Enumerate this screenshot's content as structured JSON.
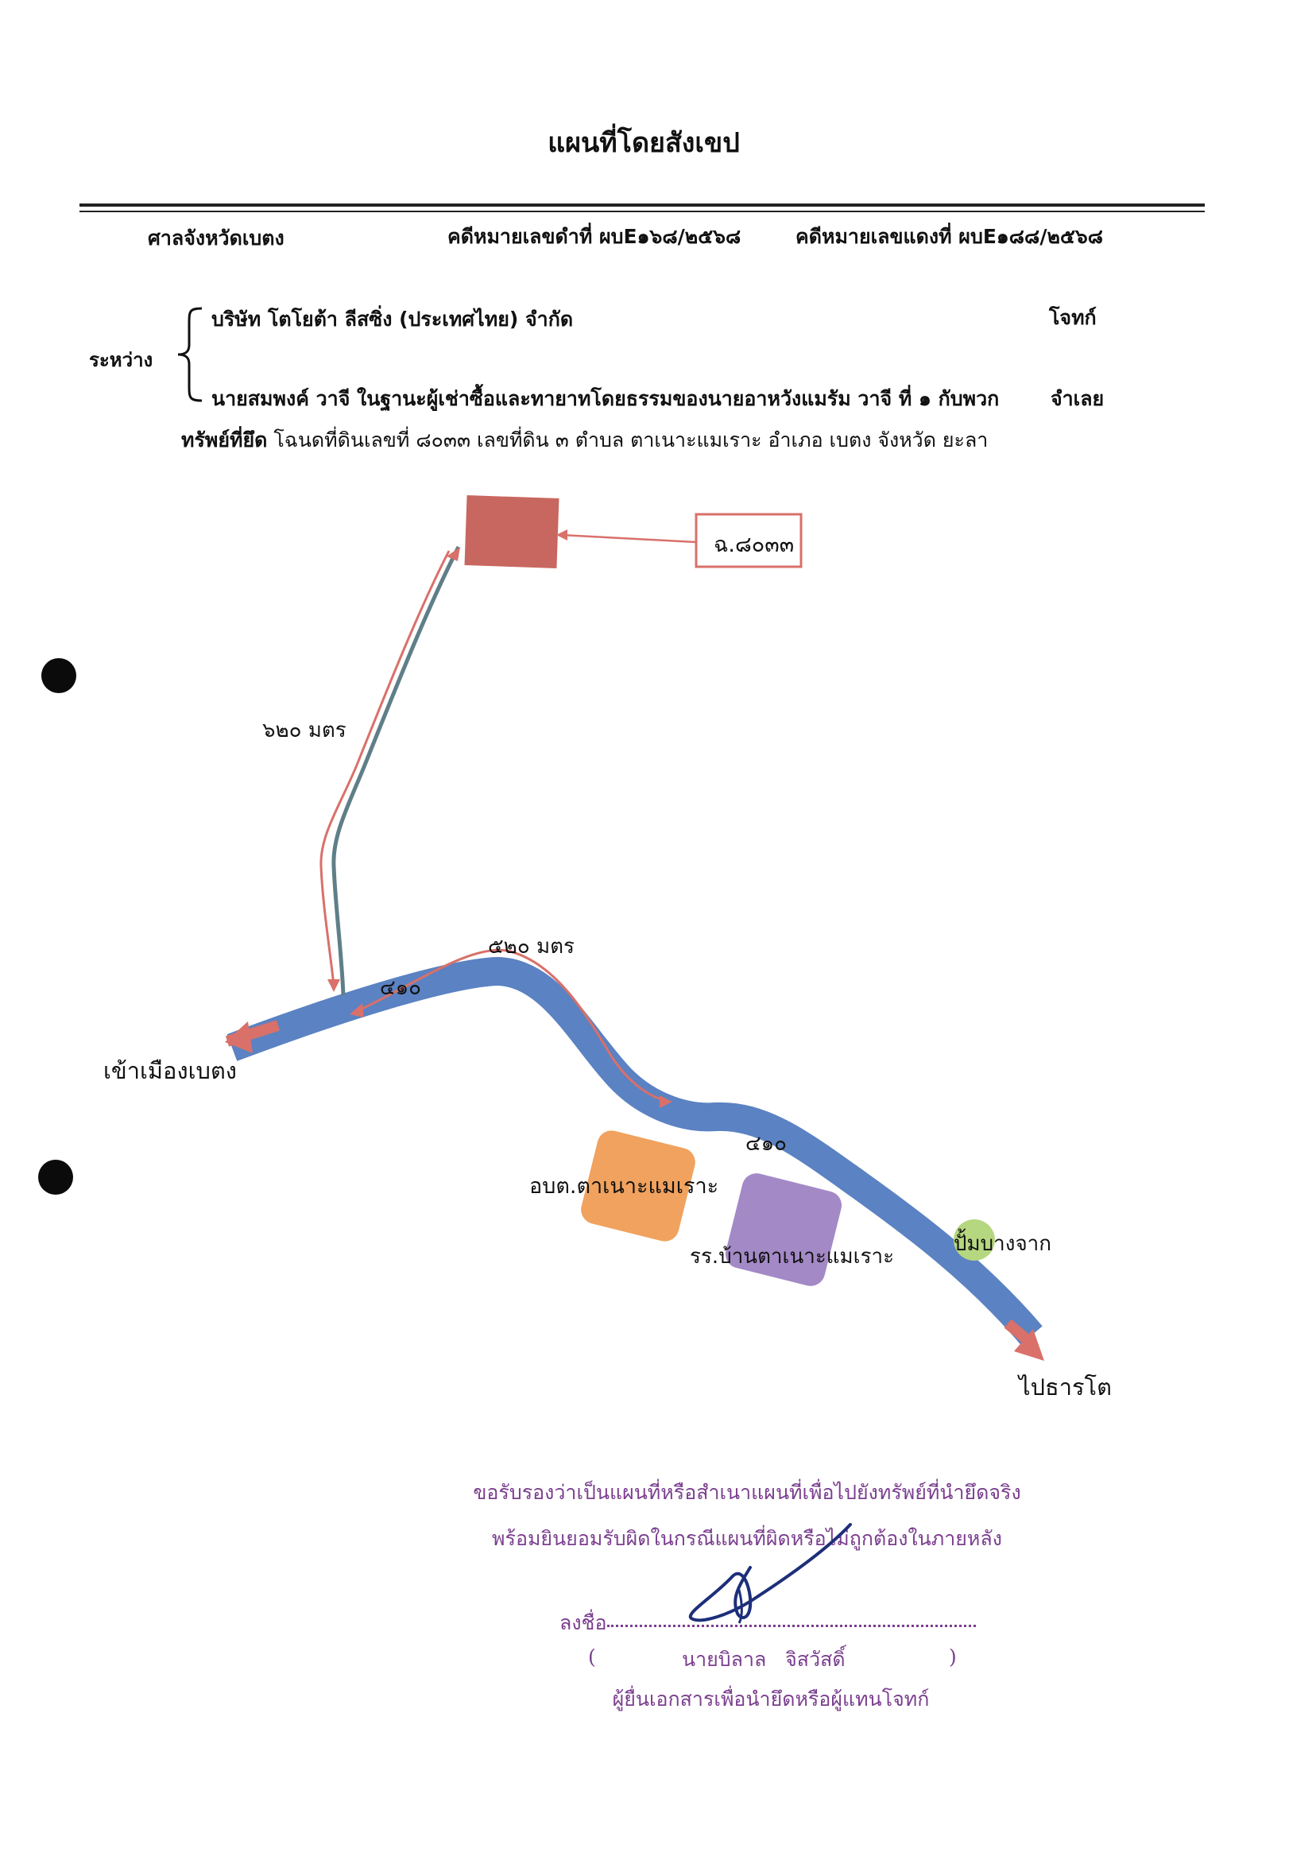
{
  "document": {
    "title": "แผนที่โดยสังเขป",
    "court": "ศาลจังหวัดเบตง",
    "black_case_no": "คดีหมายเลขดำที่ ผบE๑๖๘/๒๕๖๘",
    "red_case_no": "คดีหมายเลขแดงที่ ผบE๑๘๘/๒๕๖๘",
    "between_label": "ระหว่าง",
    "plaintiff": "บริษัท โตโยต้า ลีสซิ่ง (ประเทศไทย) จำกัด",
    "plaintiff_role": "โจทก์",
    "defendant": "นายสมพงค์ วาจี ในฐานะผู้เช่าซื้อและทายาทโดยธรรมของนายอาหวังแมรัม วาจี ที่ ๑ กับพวก",
    "defendant_role": "จำเลย",
    "property_label": "ทรัพย์ที่ยึด",
    "property_desc": "โฉนดที่ดินเลขที่ ๘๐๓๓ เลขที่ดิน ๓ ตำบล ตาเนาะแมเราะ อำเภอ เบตง จังหวัด ยะลา"
  },
  "map": {
    "parcel_label": "ฉ.๘๐๓๓",
    "distance_1": "๖๒๐ มตร",
    "distance_2": "๕๒๐ มตร",
    "road_label_1": "๔๑๐",
    "road_label_2": "๔๑๐",
    "to_town": "เข้าเมืองเบตง",
    "to_tharato": "ไปธารโต",
    "tao_office": "อบต.ตาเนาะแมเราะ",
    "school": "รร.บ้านตาเนาะแมเราะ",
    "gas_station": "ปั้มบางจาก",
    "colors": {
      "road": "#5b82c2",
      "route_arrow": "#d9706a",
      "parcel": "#c8675f",
      "access_path": "#5f7f88",
      "tao_office": "#f0a25e",
      "school": "#9b7fc1",
      "gas_station": "#b5d77f"
    }
  },
  "certification": {
    "line_1": "ขอรับรองว่าเป็นแผนที่หรือสำเนาแผนที่เพื่อไปยังทรัพย์ที่นำยึดจริง",
    "line_2": "พร้อมยินยอมรับผิดในกรณีแผนที่ผิดหรือไม่ถูกต้องในภายหลัง",
    "sign_label": "ลงชื่อ",
    "name": "นายบิลาล   จิสวัสดิ์",
    "open_paren": "(",
    "close_paren": ")",
    "role": "ผู้ยื่นเอกสารเพื่อนำยึดหรือผู้แทนโจทก์"
  }
}
